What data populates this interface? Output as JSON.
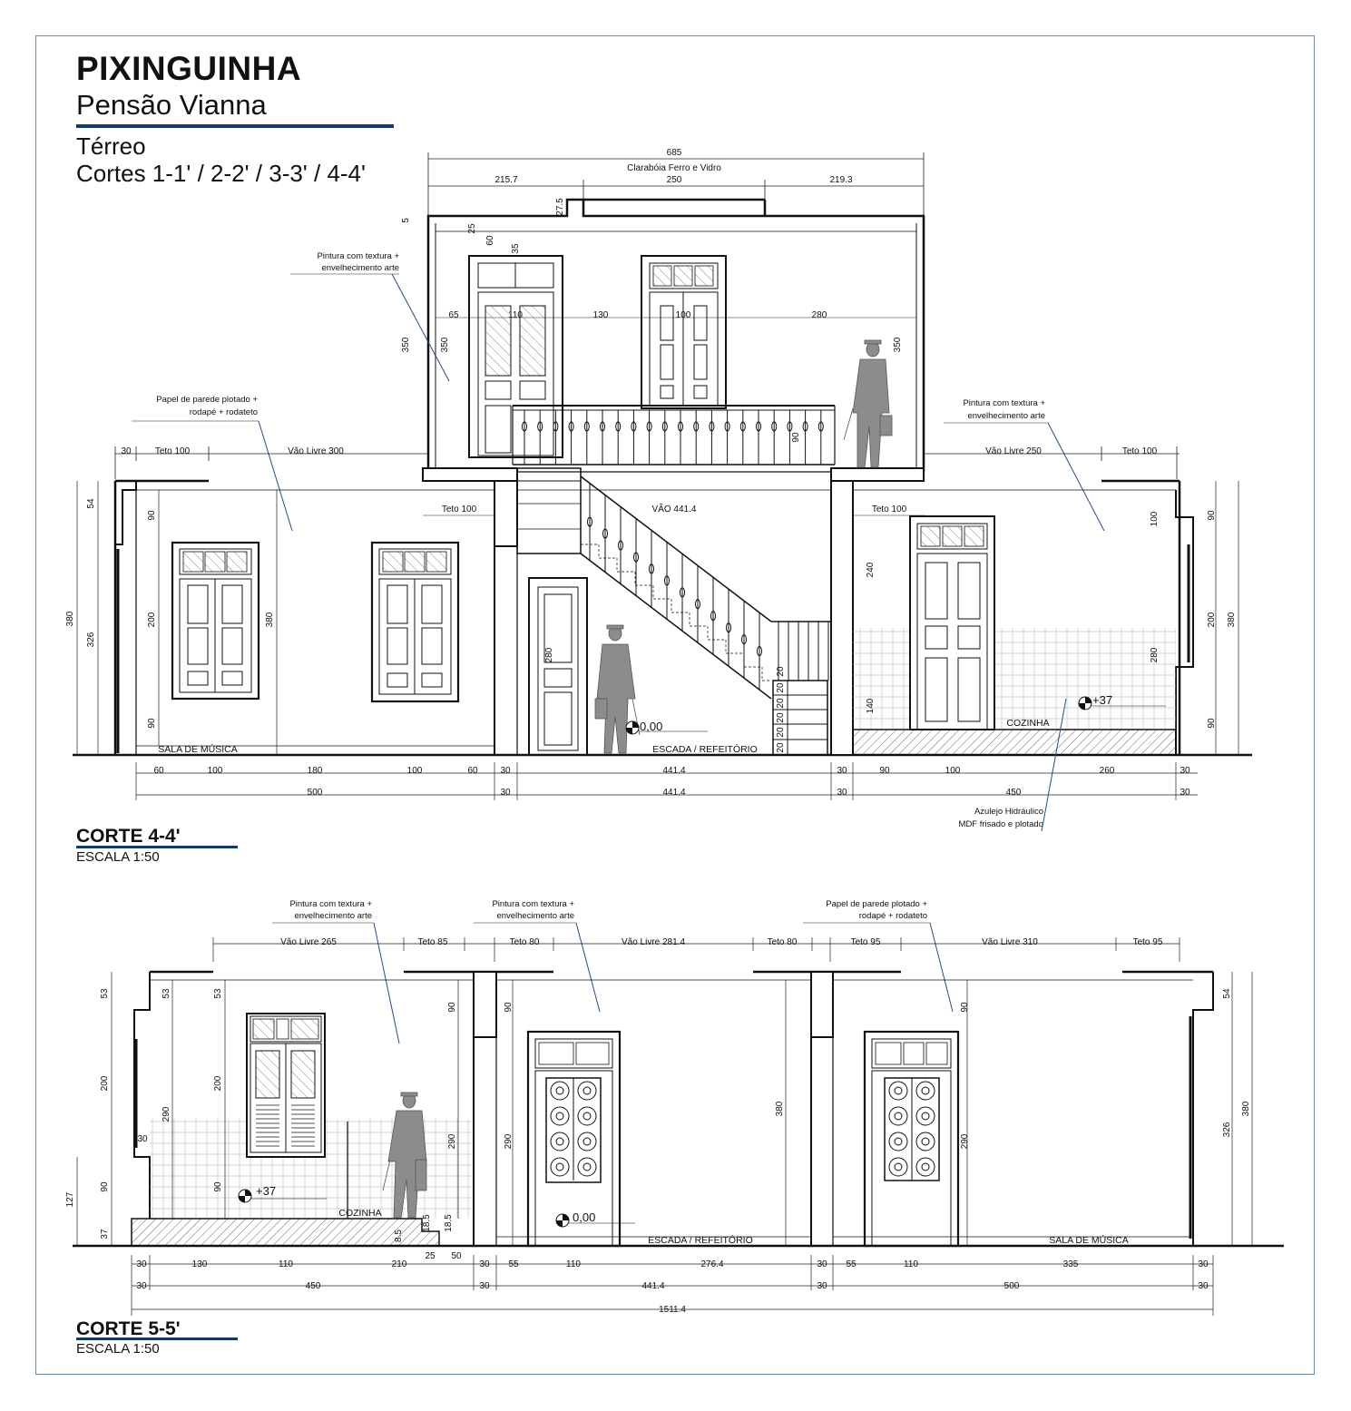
{
  "header": {
    "title": "PIXINGUINHA",
    "subtitle": "Pensão Vianna",
    "sheet_line1": "Térreo",
    "sheet_line2": "Cortes 1-1' / 2-2' / 3-3' / 4-4'"
  },
  "colors": {
    "accent": "#123a6e",
    "frame": "#6a8fb0",
    "leader": "#1f4f8a",
    "figure": "#8c8c8c"
  },
  "corte44": {
    "title": "CORTE 4-4'",
    "scale": "ESCALA 1:50",
    "top": {
      "overall": "685",
      "skylight": "Clarabóia Ferro e Vidro",
      "d1": "215.7",
      "d2": "250",
      "d3": "219.3"
    },
    "upper": {
      "d5": "5",
      "d25": "25",
      "d27": "27.5",
      "d60": "60",
      "d35": "35",
      "d65": "65",
      "d110": "110",
      "d130": "130",
      "d100": "100",
      "d280": "280",
      "h350a": "350",
      "h350b": "350",
      "h350c": "350",
      "rail90": "90"
    },
    "notes": {
      "paint_left": [
        "Pintura com textura +",
        "envelhecimento arte"
      ],
      "wallpaper": [
        "Papel de parede plotado +",
        "rodapé + rodateto"
      ],
      "paint_right": [
        "Pintura com textura +",
        "envelhecimento arte"
      ],
      "tile": [
        "Azulejo Hidráulico",
        "MDF frisado e plotado"
      ]
    },
    "ceiling": {
      "d30": "30",
      "teto_left": "Teto 100",
      "vao_left": "Vão Livre 300",
      "vao_right": "Vão Livre 250",
      "teto_right": "Teto 100",
      "teto_mid_left": "Teto 100",
      "teto_mid_right": "Teto 100",
      "vao_stair": "VÃO 441.4"
    },
    "heights": {
      "h54": "54",
      "h380": "380",
      "h326": "326",
      "h90a": "90",
      "h200": "200",
      "h90b": "90",
      "h380b": "380",
      "h280a": "280",
      "h240": "240",
      "h140": "140",
      "h280b": "280",
      "h100": "100",
      "h90r1": "90",
      "h200r": "200",
      "h90r2": "90",
      "h380r": "380",
      "steps": [
        "20",
        "20",
        "20",
        "20",
        "20",
        "20"
      ]
    },
    "levels": {
      "l0": "0,00",
      "l37": "+37"
    },
    "rooms": {
      "musica": "SALA DE MÚSICA",
      "escada": "ESCADA / REFEITÓRIO",
      "cozinha": "COZINHA"
    },
    "bottom1": [
      "60",
      "100",
      "180",
      "100",
      "60",
      "30",
      "441.4",
      "30",
      "90",
      "100",
      "450",
      "260",
      "30"
    ],
    "bottom2": [
      "500",
      "30",
      "441.4",
      "30",
      "30"
    ]
  },
  "corte55": {
    "title": "CORTE 5-5'",
    "scale": "ESCALA 1:50",
    "notes": {
      "paint1": [
        "Pintura com textura +",
        "envelhecimento arte"
      ],
      "paint2": [
        "Pintura com textura +",
        "envelhecimento arte"
      ],
      "wallpaper": [
        "Papel de parede plotado +",
        "rodapé + rodateto"
      ]
    },
    "ceiling": [
      "Vão Livre 265",
      "Teto 85",
      "Teto 80",
      "Vão Livre 281.4",
      "Teto 80",
      "Teto 95",
      "Vão Livre 310",
      "Teto 95"
    ],
    "heights": {
      "h53a": "53",
      "h53b": "53",
      "h53c": "53",
      "h200a": "200",
      "h200b": "200",
      "h290a": "290",
      "h30": "30",
      "h90a": "90",
      "h90b": "90",
      "h127": "127",
      "h37": "37",
      "h90c": "90",
      "h90d": "90",
      "h290b": "290",
      "h290c": "290",
      "h380": "380",
      "h90e": "90",
      "h290d": "290",
      "h54": "54",
      "h326": "326",
      "h380r": "380",
      "s185a": "18.5",
      "s185b": "18.5",
      "s85": "8.5"
    },
    "levels": {
      "l37": "+37",
      "l0": "0,00"
    },
    "rooms": {
      "cozinha": "COZINHA",
      "escada": "ESCADA / REFEITÓRIO",
      "musica": "SALA DE MÚSICA"
    },
    "bottom1": [
      "30",
      "130",
      "110",
      "210",
      "25",
      "50",
      "30",
      "55",
      "110",
      "276.4",
      "30",
      "55",
      "110",
      "335",
      "30"
    ],
    "bottom2": [
      "30",
      "450",
      "30",
      "441.4",
      "30",
      "500",
      "30"
    ],
    "overall": "1511.4"
  }
}
